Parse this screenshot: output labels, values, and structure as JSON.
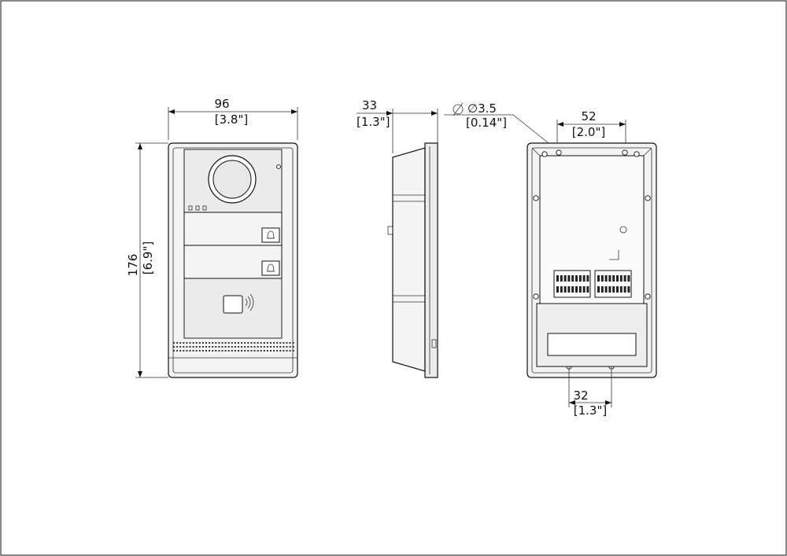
{
  "front_view": {
    "width": "96",
    "width_in": "[3.8\"]",
    "height": "176",
    "height_in": "[6.9\"]"
  },
  "side_view": {
    "depth": "33",
    "depth_in": "[1.3\"]",
    "hole": "∅3.5",
    "hole_in": "[0.14\"]"
  },
  "back_view": {
    "top_spacing": "52",
    "top_spacing_in": "[2.0\"]",
    "bottom_spacing": "32",
    "bottom_spacing_in": "[1.3\"]"
  }
}
